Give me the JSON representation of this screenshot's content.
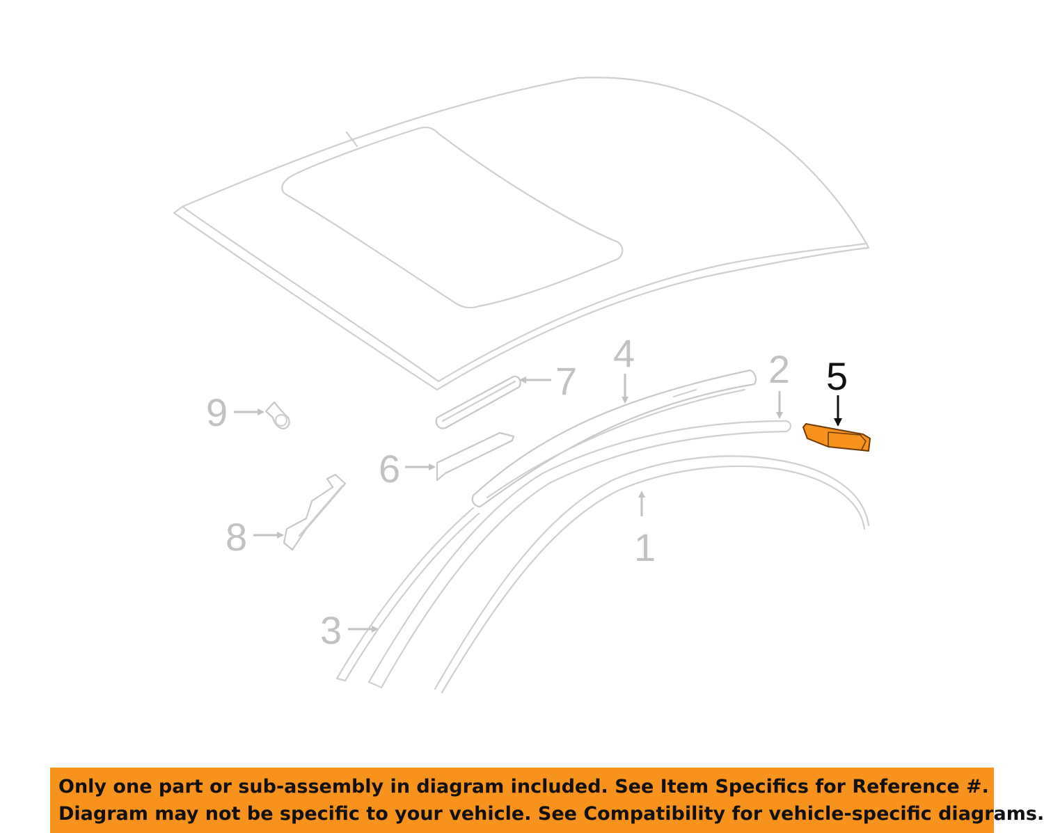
{
  "callouts": {
    "c1": "1",
    "c2": "2",
    "c3": "3",
    "c4": "4",
    "c5": "5",
    "c6": "6",
    "c7": "7",
    "c8": "8",
    "c9": "9"
  },
  "highlighted_part": "5",
  "colors": {
    "highlight": "#f7931d",
    "banner": "#f7931d",
    "line_art": "#cfcfcf"
  },
  "banner": {
    "line1": "Only one part or sub-assembly in diagram included. See Item Specifics for Reference #.",
    "line2": "Diagram may not be specific to your vehicle. See Compatibility for vehicle-specific diagrams."
  }
}
